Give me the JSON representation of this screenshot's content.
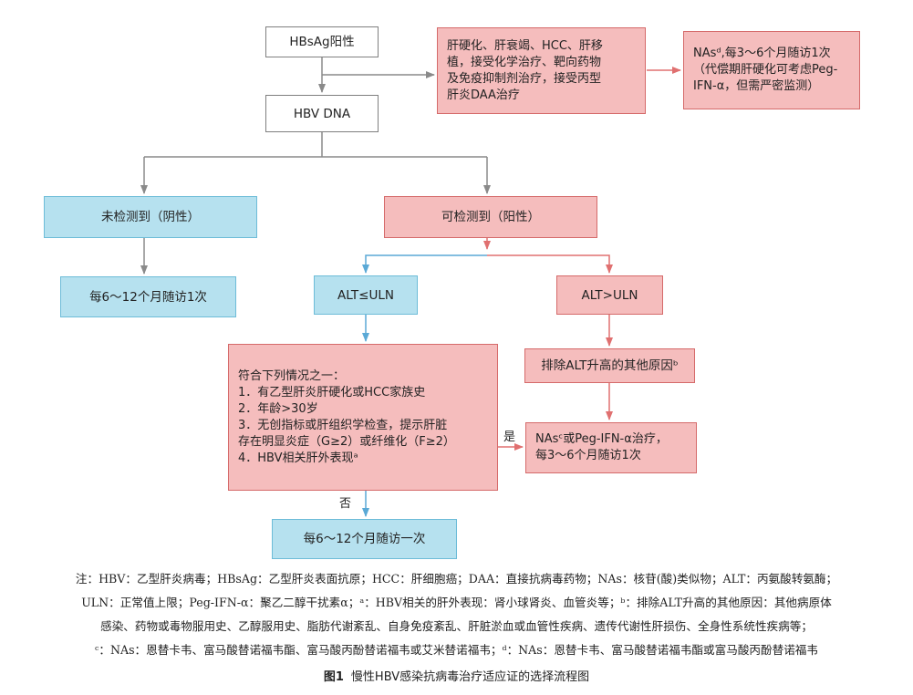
{
  "flowchart": {
    "hbsag": "HBsAg阳性",
    "special_pop": "肝硬化、肝衰竭、HCC、肝移\n植，接受化学治疗、靶向药物\n及免疫抑制剂治疗，接受丙型\n肝炎DAA治疗",
    "special_tx": "NAsᵈ,每3～6个月随访1次\n（代偿期肝硬化可考虑Peg-\nIFN-α，但需严密监测）",
    "hbvdna": "HBV DNA",
    "undetect": "未检测到（阴性）",
    "detect": "可检测到（阳性）",
    "fu_neg": "每6～12个月随访1次",
    "alt_low": "ALT≤ULN",
    "alt_high": "ALT>ULN",
    "exclude": "排除ALT升高的其他原因ᵇ",
    "criteria": "符合下列情况之一：\n1．有乙型肝炎肝硬化或HCC家族史\n2．年龄>30岁\n3．无创指标或肝组织学检查，提示肝脏\n存在明显炎症（G≥2）或纤维化（F≥2）\n4．HBV相关肝外表现ᵃ",
    "treat": "NAsᶜ或Peg-IFN-α治疗，\n每3～6个月随访1次",
    "fu_no": "每6～12个月随访一次",
    "yes_label": "是",
    "no_label": "否"
  },
  "notes": [
    "注：HBV：乙型肝炎病毒；HBsAg：乙型肝炎表面抗原；HCC：肝细胞癌；DAA：直接抗病毒药物；NAs：核苷(酸)类似物；ALT：丙氨酸转氨酶；",
    "ULN：正常值上限；Peg-IFN-α：聚乙二醇干扰素α；ᵃ：HBV相关的肝外表现：肾小球肾炎、血管炎等；ᵇ：排除ALT升高的其他原因：其他病原体",
    "感染、药物或毒物服用史、乙醇服用史、脂肪代谢紊乱、自身免疫紊乱、肝脏淤血或血管性疾病、遗传代谢性肝损伤、全身性系统性疾病等；",
    "ᶜ：NAs：恩替卡韦、富马酸替诺福韦酯、富马酸丙酚替诺福韦或艾米替诺福韦；ᵈ：NAs：恩替卡韦、富马酸替诺福韦酯或富马酸丙酚替诺福韦"
  ],
  "caption": {
    "label": "图1",
    "text": "慢性HBV感染抗病毒治疗适应证的选择流程图"
  },
  "colors": {
    "gray_line": "#8a8a8a",
    "pink_line": "#e07070",
    "blue_line": "#5aa9d6",
    "pink_fill": "#f5bdbd",
    "blue_fill": "#b6e1ef"
  }
}
